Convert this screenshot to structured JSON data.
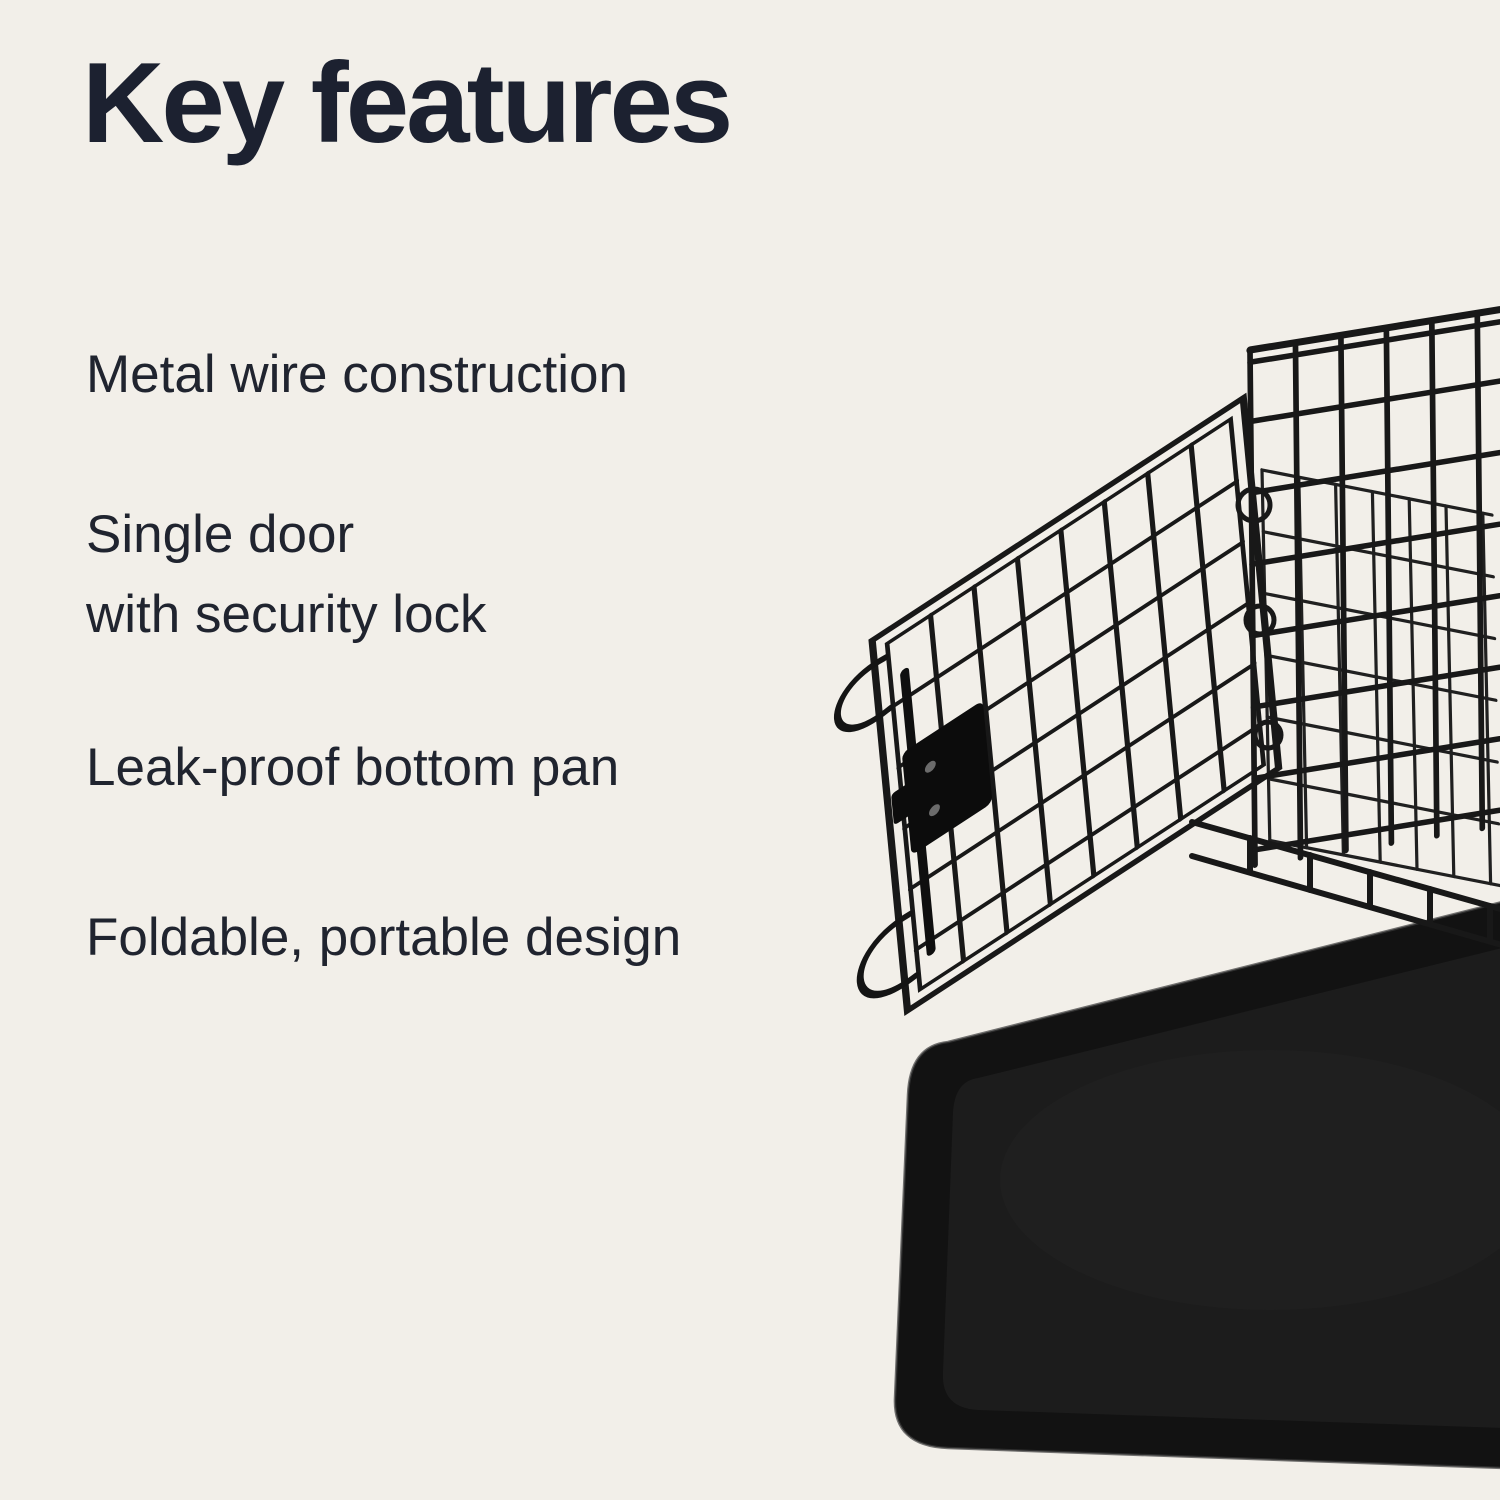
{
  "heading": "Key features",
  "features": [
    {
      "lines": [
        "Metal wire construction"
      ]
    },
    {
      "lines": [
        "Single door",
        "with security lock"
      ]
    },
    {
      "lines": [
        "Leak-proof bottom pan"
      ]
    },
    {
      "lines": [
        "Foldable, portable design"
      ]
    }
  ],
  "photo": {
    "alt": "Black metal wire dog crate with open single door, security latch and black leak-proof bottom pan"
  },
  "colors": {
    "background": "#f2efe9",
    "heading_text": "#1c2130",
    "body_text": "#20242f",
    "wire": "#181818",
    "pan": "#141414"
  }
}
